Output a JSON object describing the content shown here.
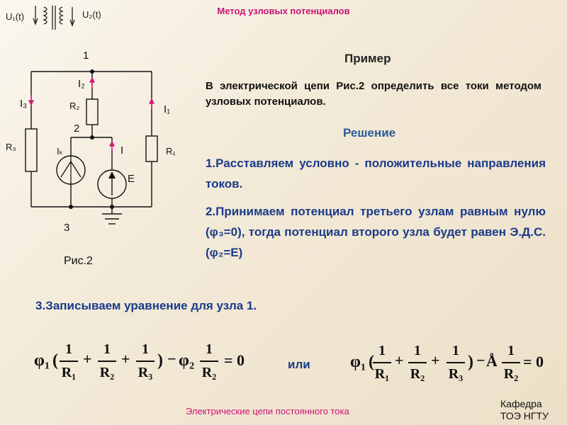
{
  "title": "Метод узловых потенциалов",
  "sources": {
    "u1": "U₁(t)",
    "u2": "U₂(t)"
  },
  "example_heading": "Пример",
  "task_text": "В электрической цепи Рис.2 определить все токи методом узловых потенциалов.",
  "solution_heading": "Решение",
  "steps": [
    "1.Расставляем условно - положительные направления токов.",
    "2.Принимаем потенциал третьего узлам равным нулю (φ₃=0), тогда потенциал второго узла будет равен Э.Д.С.(φ₂=E)",
    "3.Записываем уравнение для узла 1."
  ],
  "circuit": {
    "node1": "1",
    "node2": "2",
    "node3": "3",
    "i1": "I₁",
    "i2": "I₂",
    "i3": "I₃",
    "ik": "Iₖ",
    "i": "I",
    "r1": "R₁",
    "r2": "R₂",
    "r3": "R₃",
    "e": "E",
    "caption": "Рис.2"
  },
  "equation": {
    "phi1": "φ₁",
    "phi2": "φ₂",
    "one": "1",
    "r1": "R₁",
    "r2": "R₂",
    "r3": "R₃",
    "plus": "+",
    "minus": "−",
    "open": "(",
    "close": ")",
    "equals_zero": "= 0",
    "alt_op": "Å",
    "or": "или"
  },
  "footer": "Электрические цепи постоянного тока",
  "department": [
    "Кафедра",
    "ТОЭ НГТУ"
  ]
}
